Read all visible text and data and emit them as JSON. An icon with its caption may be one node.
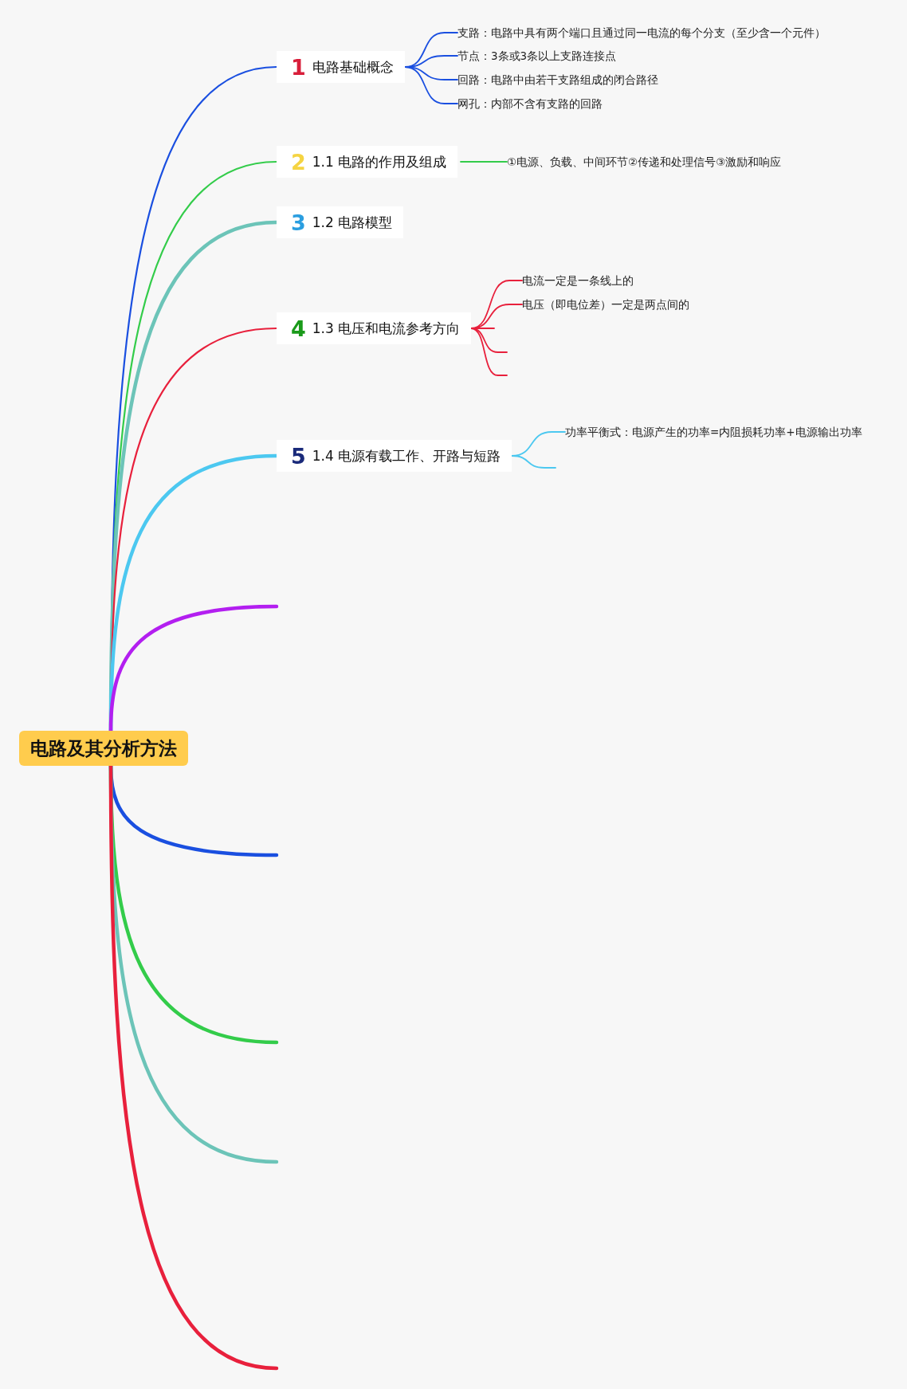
{
  "diagram": {
    "nodes": [
      {
        "text": [
          "电路及其分析方法"
        ]
      },
      {
        "text": [
          "1",
          "电路基础概念"
        ]
      },
      {
        "text": [
          "2",
          "1.1 电路的作用及组成"
        ]
      },
      {
        "text": [
          "3",
          "1.2 电路模型"
        ]
      },
      {
        "text": [
          "4",
          "1.3 电压和电流参考方向"
        ]
      },
      {
        "text": [
          "5",
          "1.4 电源有载工作、开路与短路"
        ]
      },
      {
        "text": [
          "支路：电路中具有两个端口且通过同一电流的每个分支（至少含一个元件）"
        ]
      },
      {
        "text": [
          "节点：3条或3条以上支路连接点"
        ]
      },
      {
        "text": [
          "回路：电路中由若干支路组成的闭合路径"
        ]
      },
      {
        "text": [
          "网孔：内部不含有支路的回路"
        ]
      },
      {
        "text": [
          "①电源、负载、中间环节②传递和处理信号③激励和响应"
        ]
      },
      {
        "text": [
          "电流一定是一条线上的"
        ]
      },
      {
        "text": [
          "电压（即电位差）一定是两点间的"
        ]
      },
      {
        "text": [
          "功率平衡式：电源产生的功率=内阻损耗功率+电源输出功率"
        ]
      }
    ],
    "edges": [
      {
        "from": 0,
        "to": 1,
        "arrow": "none",
        "color": "#1a4fe0"
      },
      {
        "from": 0,
        "to": 2,
        "arrow": "none",
        "color": "#33cc4a"
      },
      {
        "from": 0,
        "to": 3,
        "arrow": "none",
        "style": "thick",
        "color": "#6cc4b8"
      },
      {
        "from": 0,
        "to": 4,
        "arrow": "none",
        "color": "#e8203c"
      },
      {
        "from": 0,
        "to": 5,
        "arrow": "none",
        "style": "thick",
        "color": "#4cc8f0"
      },
      {
        "from": 0,
        "to": null,
        "arrow": "none",
        "style": "thick",
        "color": "#b31ff0"
      },
      {
        "from": 0,
        "to": null,
        "arrow": "none",
        "style": "thick",
        "color": "#1a4fe0"
      },
      {
        "from": 0,
        "to": null,
        "arrow": "none",
        "style": "thick",
        "color": "#33cc4a"
      },
      {
        "from": 0,
        "to": null,
        "arrow": "none",
        "style": "thick",
        "color": "#6cc4b8"
      },
      {
        "from": 0,
        "to": null,
        "arrow": "none",
        "style": "thick",
        "color": "#e8203c"
      },
      {
        "from": 1,
        "to": 6,
        "arrow": "none",
        "color": "#1a4fe0"
      },
      {
        "from": 1,
        "to": 7,
        "arrow": "none",
        "color": "#1a4fe0"
      },
      {
        "from": 1,
        "to": 8,
        "arrow": "none",
        "color": "#1a4fe0"
      },
      {
        "from": 1,
        "to": 9,
        "arrow": "none",
        "color": "#1a4fe0"
      },
      {
        "from": 2,
        "to": 10,
        "arrow": "none",
        "color": "#33cc4a"
      },
      {
        "from": 4,
        "to": 11,
        "arrow": "none",
        "color": "#e8203c"
      },
      {
        "from": 4,
        "to": 12,
        "arrow": "none",
        "color": "#e8203c"
      },
      {
        "from": 4,
        "to": null,
        "arrow": "none",
        "color": "#e8203c"
      },
      {
        "from": 4,
        "to": null,
        "arrow": "none",
        "color": "#e8203c"
      },
      {
        "from": 4,
        "to": null,
        "arrow": "none",
        "color": "#e8203c"
      },
      {
        "from": 5,
        "to": 13,
        "arrow": "none",
        "color": "#4cc8f0"
      },
      {
        "from": 5,
        "to": null,
        "arrow": "none",
        "color": "#4cc8f0"
      }
    ]
  }
}
